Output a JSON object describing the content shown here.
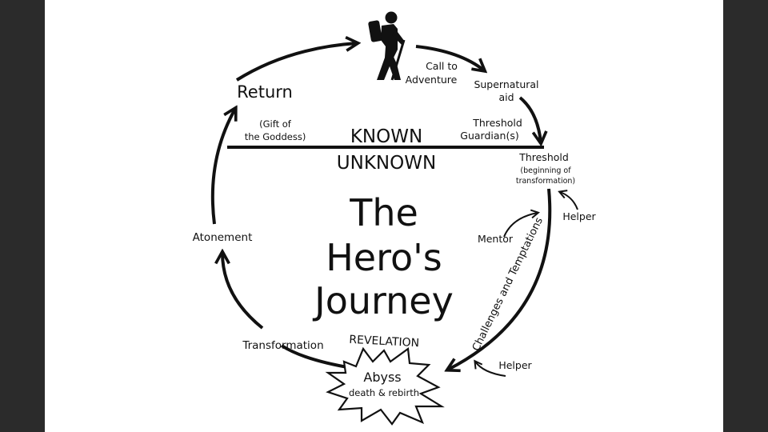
{
  "title": {
    "line1": "The",
    "line2": "Hero's",
    "line3": "Journey"
  },
  "realms": {
    "known": "KNOWN",
    "unknown": "UNKNOWN"
  },
  "stages": {
    "call_line1": "Call to",
    "call_line2": "Adventure",
    "supernatural_line1": "Supernatural",
    "supernatural_line2": "aid",
    "guardian_line1": "Threshold",
    "guardian_line2": "Guardian(s)",
    "threshold": "Threshold",
    "threshold_note_line1": "(beginning of",
    "threshold_note_line2": "transformation)",
    "helper_top": "Helper",
    "mentor": "Mentor",
    "challenges": "Challenges and Temptations",
    "helper_bottom": "Helper",
    "abyss": "Abyss",
    "abyss_note": "death & rebirth",
    "revelation": "REVELATION",
    "transformation": "Transformation",
    "atonement": "Atonement",
    "return": "Return",
    "gift_line1": "(Gift of",
    "gift_line2": "the Goddess)"
  },
  "icons": {
    "hero": "hiker-icon"
  }
}
